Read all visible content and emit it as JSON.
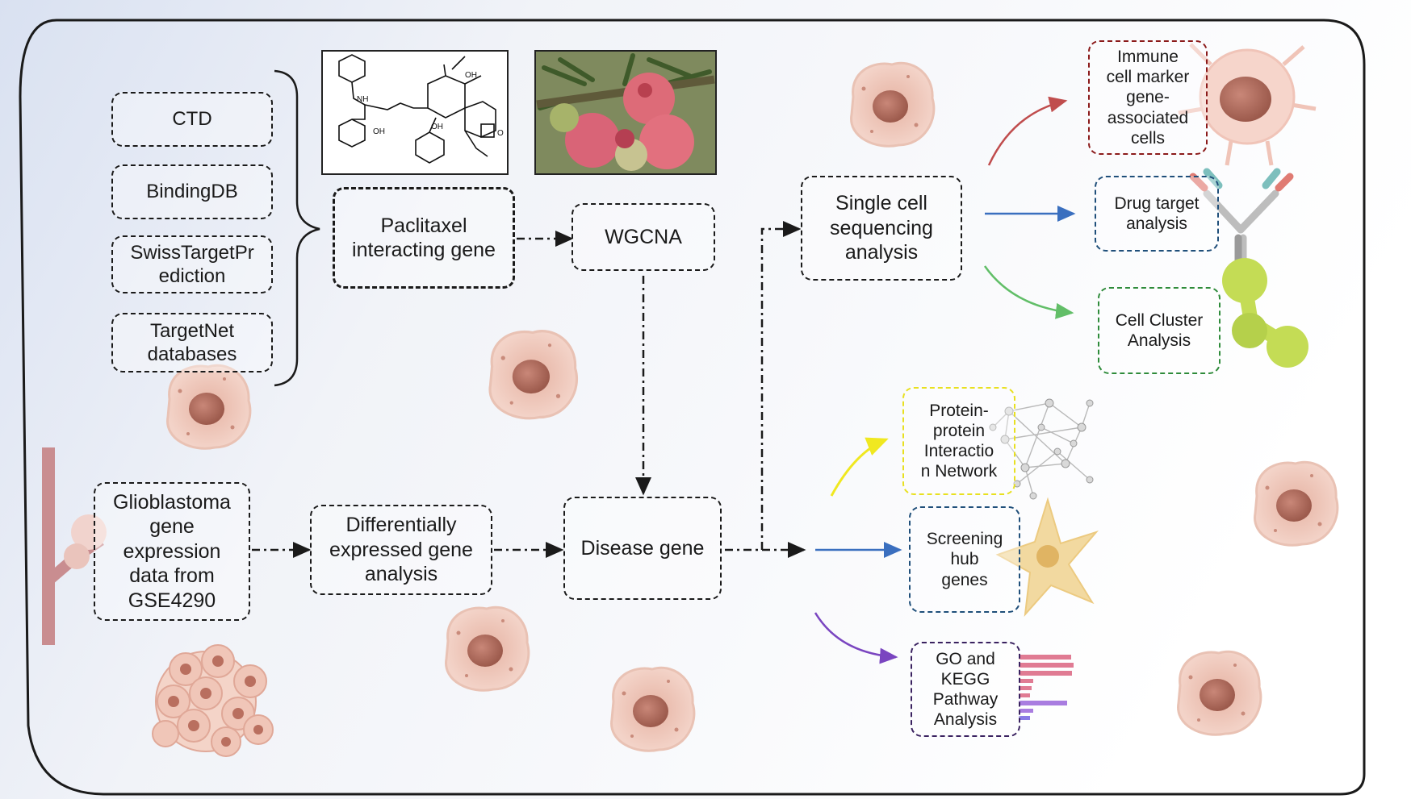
{
  "databases": [
    {
      "label": "CTD"
    },
    {
      "label": "BindingDB"
    },
    {
      "label": "SwissTargetPr\nediction"
    },
    {
      "label": "TargetNet\ndatabases"
    }
  ],
  "nodes": {
    "paclitaxel": "Paclitaxel\ninteracting gene",
    "wgcna": "WGCNA",
    "single_cell": "Single cell\nsequencing\nanalysis",
    "glioblastoma": "Glioblastoma\ngene\nexpression\ndata from\nGSE4290",
    "deg": "Differentially\nexpressed gene\nanalysis",
    "disease_gene": "Disease gene"
  },
  "outputs": {
    "immune": "Immune\ncell marker\ngene-\nassociated\ncells",
    "drug_target": "Drug target\nanalysis",
    "cell_cluster": "Cell Cluster\nAnalysis",
    "ppi": "Protein-\nprotein\nInteractio\nn Network",
    "hub": "Screening\nhub\ngenes",
    "go_kegg": "GO and\nKEGG\nPathway\nAnalysis"
  },
  "structure_labels": {
    "nh": "NH",
    "oh_top": "OH",
    "oh_left": "OH",
    "oh_mid": "OH",
    "o_right": "O"
  },
  "colors": {
    "immune_border": "#8b1a1a",
    "drug_target_border": "#1f4f7a",
    "cell_cluster_border": "#2e8b3a",
    "ppi_border": "#e8e020",
    "hub_border": "#1f4f7a",
    "go_kegg_border": "#3a2260",
    "arrow_red": "#b22222",
    "arrow_blue": "#3a6fbf",
    "arrow_green": "#3cb043",
    "arrow_yellow": "#f0e820",
    "arrow_purple": "#7a45c0"
  }
}
